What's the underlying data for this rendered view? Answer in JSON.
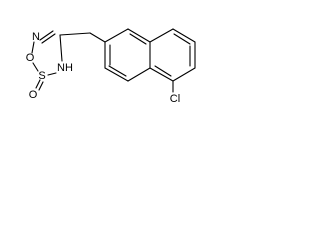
{
  "molecule": {
    "atoms": {
      "nitrogen_ring": "N",
      "oxygen_ring": "O",
      "sulfur": "S",
      "oxygen_exo": "O",
      "nh": "NH",
      "chlorine": "Cl"
    }
  }
}
